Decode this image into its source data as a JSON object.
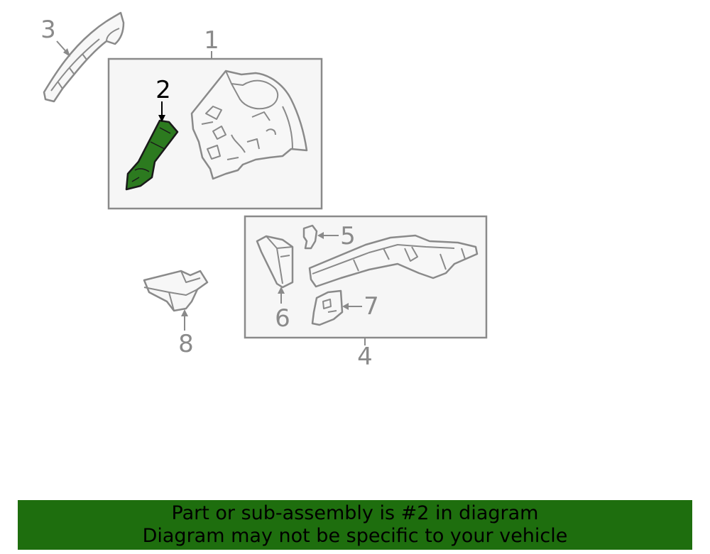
{
  "colors": {
    "highlight_fill": "#2c7a1f",
    "highlight_stroke": "#1a1a1a",
    "part_stroke": "#8a8a8a",
    "box_fill": "#f6f6f6",
    "banner_bg": "#1e6e0e",
    "label_default": "#8a8a8a",
    "label_selected": "#000000"
  },
  "callouts": {
    "c1": "1",
    "c2": "2",
    "c3": "3",
    "c4": "4",
    "c5": "5",
    "c6": "6",
    "c7": "7",
    "c8": "8"
  },
  "selected_part": "2",
  "banner": {
    "line1": "Part or sub-assembly is #2 in diagram",
    "line2": "Diagram may not be specific to your vehicle"
  }
}
